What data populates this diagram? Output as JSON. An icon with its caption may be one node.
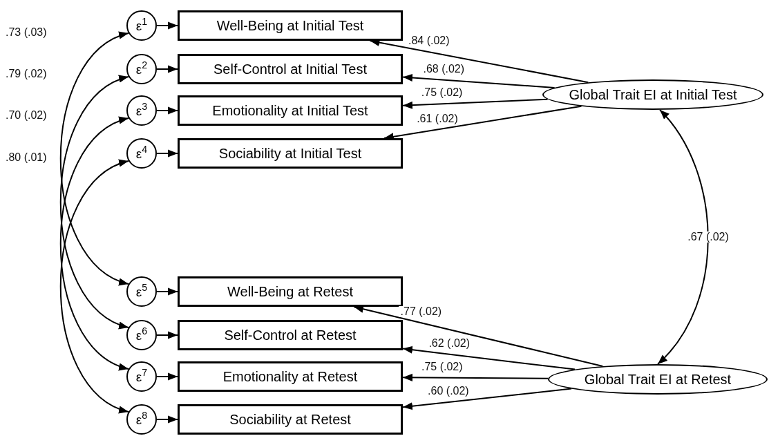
{
  "diagram": {
    "nodes": [
      {
        "text": [
          "ε$^{1}$"
        ]
      },
      {
        "text": [
          "ε$^{2}$"
        ]
      },
      {
        "text": [
          "ε$^{3}$"
        ]
      },
      {
        "text": [
          "ε$^{4}$"
        ]
      },
      {
        "text": [
          "ε$^{5}$"
        ]
      },
      {
        "text": [
          "ε$^{6}$"
        ]
      },
      {
        "text": [
          "ε$^{7}$"
        ]
      },
      {
        "text": [
          "ε$^{8}$"
        ]
      },
      {
        "text": [
          "Well-Being at Initial Test"
        ]
      },
      {
        "text": [
          "Self-Control at Initial Test"
        ]
      },
      {
        "text": [
          "Emotionality at Initial Test"
        ]
      },
      {
        "text": [
          "Sociability at Initial Test"
        ]
      },
      {
        "text": [
          "Well-Being at Retest"
        ]
      },
      {
        "text": [
          "Self-Control at Retest"
        ]
      },
      {
        "text": [
          "Emotionality at Retest"
        ]
      },
      {
        "text": [
          "Sociability at Retest"
        ]
      },
      {
        "text": [
          "Global Trait EI at Initial Test"
        ]
      },
      {
        "text": [
          "Global Trait EI at Retest"
        ]
      }
    ],
    "edges": [
      {
        "from": 0,
        "to": 8,
        "arrow": "to"
      },
      {
        "from": 1,
        "to": 9,
        "arrow": "to"
      },
      {
        "from": 2,
        "to": 10,
        "arrow": "to"
      },
      {
        "from": 3,
        "to": 11,
        "arrow": "to"
      },
      {
        "from": 4,
        "to": 12,
        "arrow": "to"
      },
      {
        "from": 5,
        "to": 13,
        "arrow": "to"
      },
      {
        "from": 6,
        "to": 14,
        "arrow": "to"
      },
      {
        "from": 7,
        "to": 15,
        "arrow": "to"
      },
      {
        "from": 16,
        "to": 8,
        "arrow": "to",
        "label": ".84 (.02)"
      },
      {
        "from": 16,
        "to": 9,
        "arrow": "to",
        "label": ".68 (.02)"
      },
      {
        "from": 16,
        "to": 10,
        "arrow": "to",
        "label": ".75 (.02)"
      },
      {
        "from": 16,
        "to": 11,
        "arrow": "to",
        "label": ".61 (.02)"
      },
      {
        "from": 17,
        "to": 12,
        "arrow": "to",
        "label": ".77 (.02)"
      },
      {
        "from": 17,
        "to": 13,
        "arrow": "to",
        "label": ".62 (.02)"
      },
      {
        "from": 17,
        "to": 14,
        "arrow": "to",
        "label": ".75 (.02)"
      },
      {
        "from": 17,
        "to": 15,
        "arrow": "to",
        "label": ".60 (.02)"
      },
      {
        "from": 16,
        "to": 17,
        "arrow": "both",
        "label": ".67 (.02)"
      },
      {
        "from": 0,
        "to": 4,
        "arrow": "both"
      },
      {
        "from": 1,
        "to": 5,
        "arrow": "both"
      },
      {
        "from": 2,
        "to": 6,
        "arrow": "both"
      },
      {
        "from": 3,
        "to": 7,
        "arrow": "both"
      }
    ],
    "labels": [
      ".73 (.03)",
      ".79 (.02)",
      ".70 (.02)",
      ".80 (.01)"
    ]
  }
}
